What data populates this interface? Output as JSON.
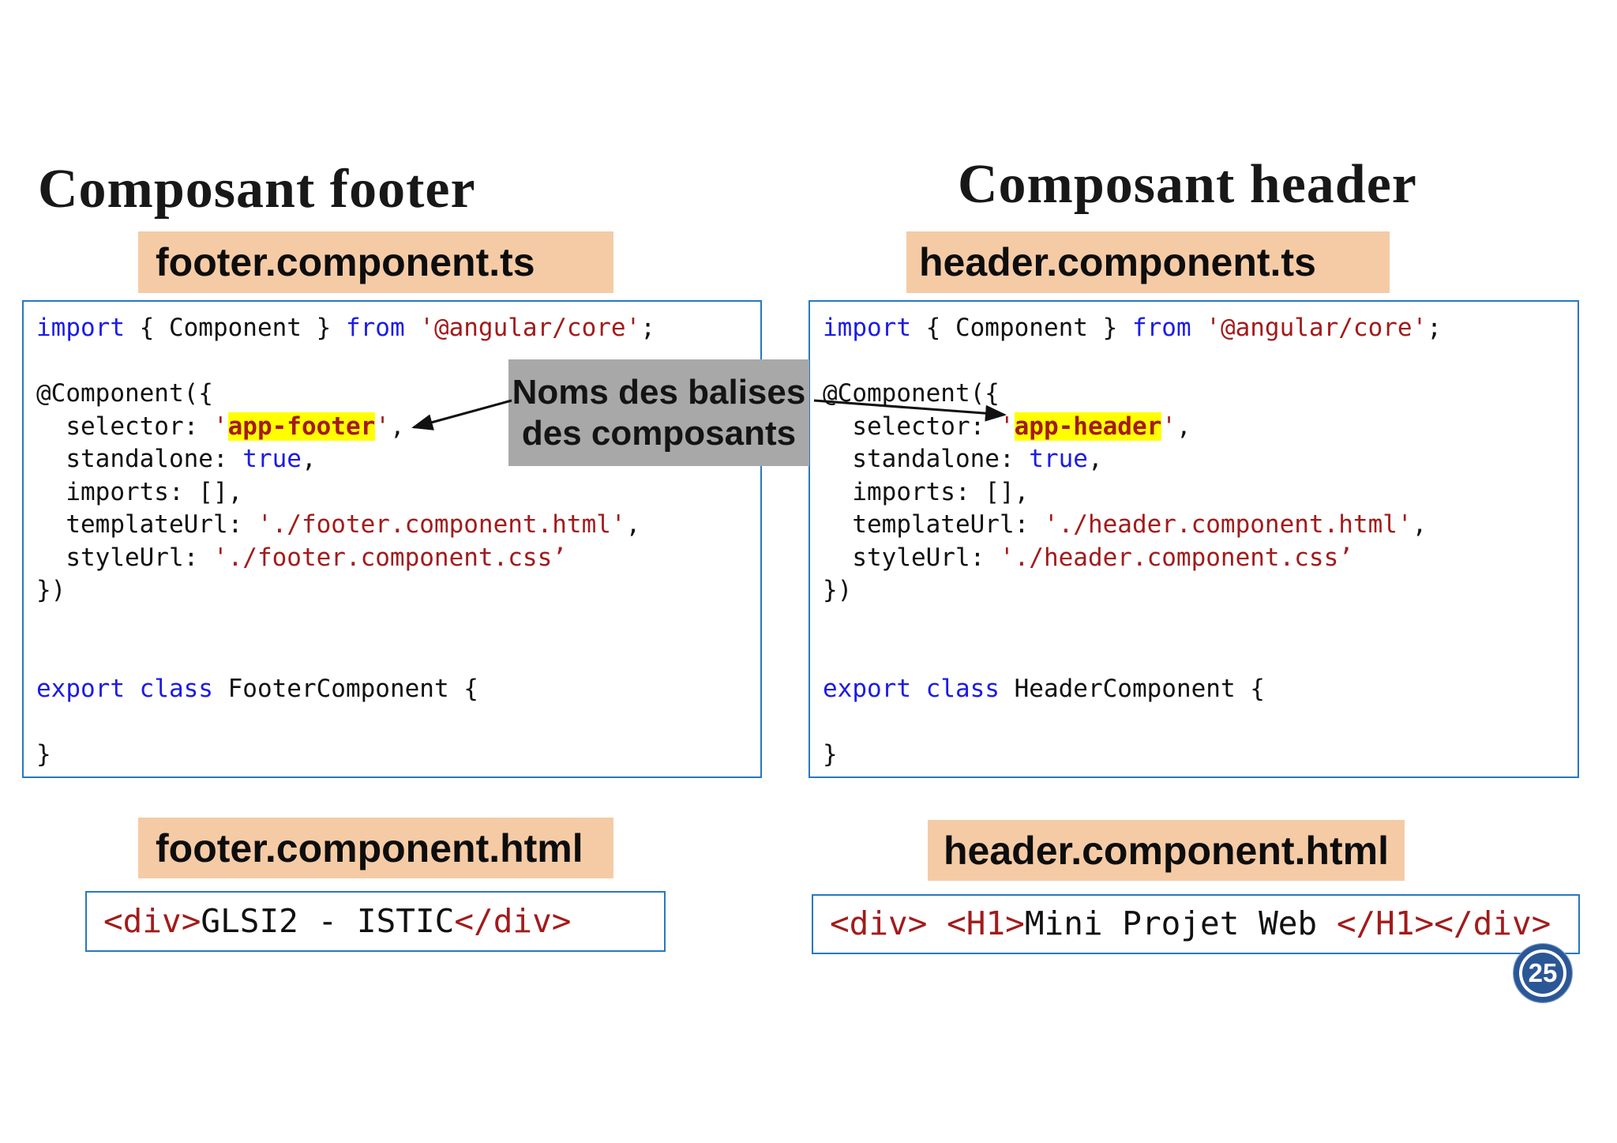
{
  "titles": {
    "left": "Composant footer",
    "right": "Composant header"
  },
  "labels": {
    "left_ts": "footer.component.ts",
    "right_ts": "header.component.ts",
    "left_html": "footer.component.html",
    "right_html": "header.component.html"
  },
  "callout": {
    "line1": "Noms des balises",
    "line2": "des composants"
  },
  "page": {
    "number": "25"
  },
  "colors": {
    "label_bg": "#f5cba6",
    "box_border": "#2878be",
    "keyword_blue": "#1b1be8",
    "string_red": "#a21b1b",
    "plain_black": "#111111",
    "selector_highlight": "#ffff00",
    "callout_bg": "#a8a8a8",
    "badge_blue": "#2b5797"
  },
  "code": {
    "left_ts": [
      [
        {
          "c": "k",
          "t": "import"
        },
        {
          "c": "p",
          "t": " { Component } "
        },
        {
          "c": "k",
          "t": "from"
        },
        {
          "c": "p",
          "t": " "
        },
        {
          "c": "s",
          "t": "'@angular/core'"
        },
        {
          "c": "p",
          "t": ";"
        }
      ],
      [],
      [
        {
          "c": "p",
          "t": "@Component({"
        }
      ],
      [
        {
          "c": "p",
          "t": "  selector: "
        },
        {
          "c": "s",
          "t": "'"
        },
        {
          "c": "h",
          "t": "app-footer"
        },
        {
          "c": "s",
          "t": "'"
        },
        {
          "c": "p",
          "t": ","
        }
      ],
      [
        {
          "c": "p",
          "t": "  standalone: "
        },
        {
          "c": "k",
          "t": "true"
        },
        {
          "c": "p",
          "t": ","
        }
      ],
      [
        {
          "c": "p",
          "t": "  imports: [],"
        }
      ],
      [
        {
          "c": "p",
          "t": "  templateUrl: "
        },
        {
          "c": "s",
          "t": "'./footer.component.html'"
        },
        {
          "c": "p",
          "t": ","
        }
      ],
      [
        {
          "c": "p",
          "t": "  styleUrl: "
        },
        {
          "c": "s",
          "t": "'./footer.component.css’"
        }
      ],
      [
        {
          "c": "p",
          "t": "})"
        }
      ],
      [],
      [],
      [
        {
          "c": "k",
          "t": "export"
        },
        {
          "c": "p",
          "t": " "
        },
        {
          "c": "k",
          "t": "class"
        },
        {
          "c": "p",
          "t": " FooterComponent {"
        }
      ],
      [],
      [
        {
          "c": "p",
          "t": "}"
        }
      ]
    ],
    "right_ts": [
      [
        {
          "c": "k",
          "t": "import"
        },
        {
          "c": "p",
          "t": " { Component } "
        },
        {
          "c": "k",
          "t": "from"
        },
        {
          "c": "p",
          "t": " "
        },
        {
          "c": "s",
          "t": "'@angular/core'"
        },
        {
          "c": "p",
          "t": ";"
        }
      ],
      [],
      [
        {
          "c": "p",
          "t": "@Component({"
        }
      ],
      [
        {
          "c": "p",
          "t": "  selector: "
        },
        {
          "c": "s",
          "t": "'"
        },
        {
          "c": "h",
          "t": "app-header"
        },
        {
          "c": "s",
          "t": "'"
        },
        {
          "c": "p",
          "t": ","
        }
      ],
      [
        {
          "c": "p",
          "t": "  standalone: "
        },
        {
          "c": "k",
          "t": "true"
        },
        {
          "c": "p",
          "t": ","
        }
      ],
      [
        {
          "c": "p",
          "t": "  imports: [],"
        }
      ],
      [
        {
          "c": "p",
          "t": "  templateUrl: "
        },
        {
          "c": "s",
          "t": "'./header.component.html'"
        },
        {
          "c": "p",
          "t": ","
        }
      ],
      [
        {
          "c": "p",
          "t": "  styleUrl: "
        },
        {
          "c": "s",
          "t": "'./header.component.css’"
        }
      ],
      [
        {
          "c": "p",
          "t": "})"
        }
      ],
      [],
      [],
      [
        {
          "c": "k",
          "t": "export"
        },
        {
          "c": "p",
          "t": " "
        },
        {
          "c": "k",
          "t": "class"
        },
        {
          "c": "p",
          "t": " HeaderComponent {"
        }
      ],
      [],
      [
        {
          "c": "p",
          "t": "}"
        }
      ]
    ],
    "left_html": [
      [
        {
          "c": "s",
          "t": "<div>"
        },
        {
          "c": "p",
          "t": "GLSI2 - ISTIC"
        },
        {
          "c": "s",
          "t": "</div>"
        }
      ]
    ],
    "right_html": [
      [
        {
          "c": "s",
          "t": "<div>"
        },
        {
          "c": "p",
          "t": " "
        },
        {
          "c": "s",
          "t": "<H1>"
        },
        {
          "c": "p",
          "t": "Mini Projet Web "
        },
        {
          "c": "s",
          "t": "</H1>"
        },
        {
          "c": "s",
          "t": "</div>"
        }
      ]
    ]
  }
}
